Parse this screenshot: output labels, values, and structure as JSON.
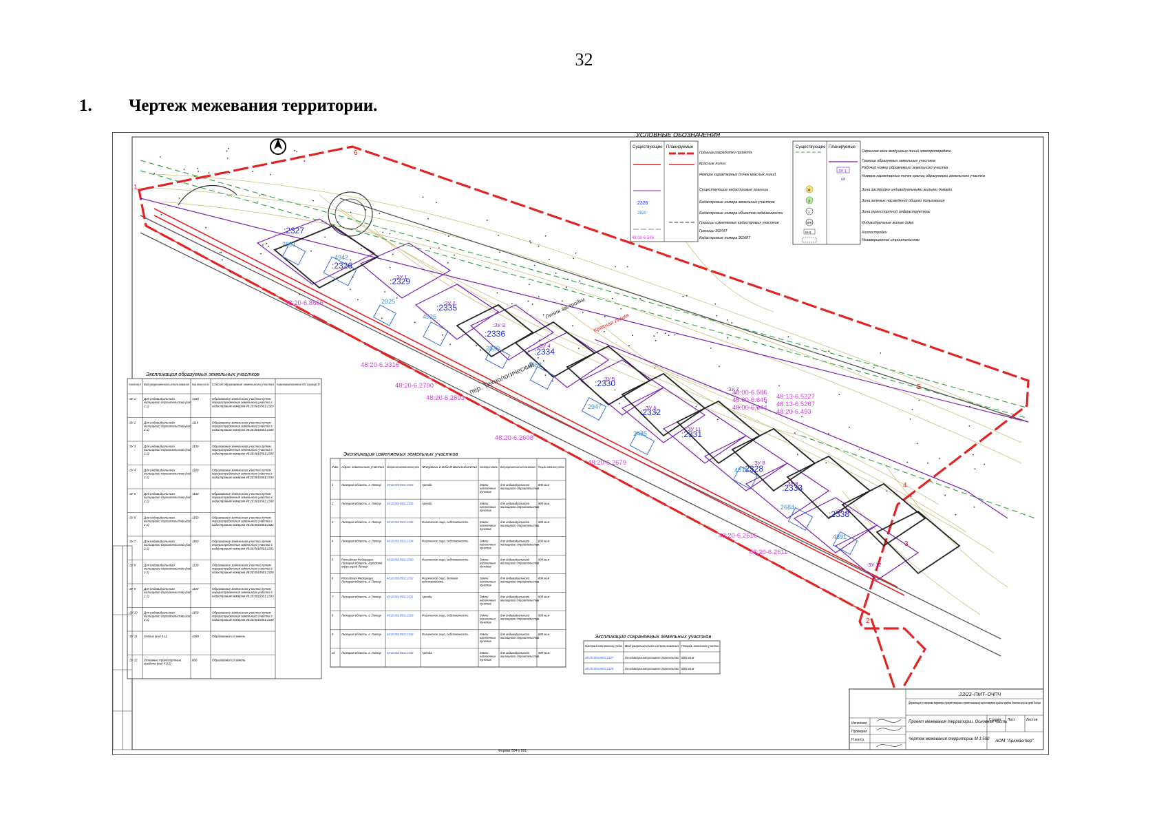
{
  "page": {
    "page_number": "32",
    "heading_number": "1.",
    "heading_text": "Чертеж межевания территории."
  },
  "drawing": {
    "legend": {
      "title": "УСЛОВНЫЕ ОБОЗНАЧЕНИЯ",
      "col_existing": "Существующие",
      "col_planned": "Планируемые",
      "left_items": [
        "Граница разработки проекта",
        "Красные линии",
        "Номера характерных точек красных линий",
        "Существующие кадастровые границы",
        "Кадастровые номера земельных участков",
        "Кадастровые номера объектов недвижимости",
        "Границы изменяемых кадастровых участков",
        "Границы ЗОУИТ",
        "Кадастровые номера ЗОУИТ"
      ],
      "left_samples": [
        ":2326",
        "2820",
        "48:00-6.586"
      ],
      "right_items": [
        "Охранная зона воздушных линий электропередачи",
        "Граница образуемых земельных участков",
        "Рабочий номер образуемого земельного участка",
        "Номера характерных точек границ образуемого земельного участка",
        "Зона застройки индивидуальными жилыми домами",
        "Зона зеленых насаждений общего пользования",
        "Зона транспортной инфраструктуры",
        "Индивидуальные жилые дома",
        "Хозпостройки",
        "Незавершенное строительство"
      ],
      "right_samples": [
        ":ЗУ 1",
        "н8",
        "Ж",
        "3",
        "1",
        "ИЖ",
        "КН1"
      ]
    },
    "parcels": [
      ":2327",
      ":2326",
      ":2329",
      ":2335",
      ":2336",
      ":2334",
      ":2330",
      ":2332",
      ":2331",
      ":2328",
      ":2333",
      ":2338"
    ],
    "buildings": [
      "2681",
      "4942",
      "2925",
      "4926",
      "2820",
      "4868",
      "2947",
      "2485",
      "4872",
      "2684",
      "4891"
    ],
    "zouit": [
      "48:20-6.8666",
      "48:20-6.3316",
      "48:20-6.2790",
      "48:20-6.2693",
      "48:20-6.2608",
      "48:20-6.2679",
      "48:20-6.2616",
      "48:20-6.2611"
    ],
    "zouit_block": [
      "48:00-6.586",
      "48:00-6.645",
      "48:00-6.644",
      "48:13-6.5227",
      "48:13-6.5267",
      "48:20-6.493"
    ],
    "zu_labels": [
      ":ЗУ 1",
      ":ЗУ 2",
      ":ЗУ 3",
      ":ЗУ 4",
      ":ЗУ 5",
      ":ЗУ 6",
      ":ЗУ 7",
      ":ЗУ 8",
      ":ЗУ 9",
      ":ЗУ 10",
      ":ЗУ 11",
      ":ЗУ 12"
    ],
    "red_points": [
      "1",
      "2",
      "3",
      "4",
      "5",
      "6"
    ],
    "streets": [
      "пер. Технологический",
      "Линия застройки",
      "Красная линия"
    ],
    "formed_table": {
      "title": "Экспликация образуемых земельных участков",
      "headers": [
        "Условный номер ЗУ",
        "Вид разрешенного использования",
        "Площадь земельного участка, кв.м",
        "Способ образования земельного участка",
        "Наименование/назначение ОКС в границах ЗУ"
      ],
      "rows": [
        [
          ":ЗУ 1",
          "Для индивидуального жилищного строительства (код 2.1)",
          "1030",
          "Образование земельного участка путем перераспределения земельного участка с кадастровым номером 48:20:0010501:2329"
        ],
        [
          ":ЗУ 2",
          "Для индивидуального жилищного строительства (код 2.1)",
          "1119",
          "Образование земельного участка путем перераспределения земельного участка с кадастровым номером 48:20:0010501:2335"
        ],
        [
          ":ЗУ 3",
          "Для индивидуального жилищного строительства (код 2.1)",
          "1130",
          "Образование земельного участка путем перераспределения земельного участка с кадастровым номером 48:20:0010501:2336"
        ],
        [
          ":ЗУ 4",
          "Для индивидуального жилищного строительства (код 2.1)",
          "1180",
          "Образование земельного участка путем перераспределения земельного участка с кадастровым номером 48:20:0010501:2334"
        ],
        [
          ":ЗУ 5",
          "Для индивидуального жилищного строительства (код 2.1)",
          "1130",
          "Образование земельного участка путем перераспределения земельного участка с кадастровым номером 48:20:0010501:2330"
        ],
        [
          ":ЗУ 6",
          "Для индивидуального жилищного строительства (код 2.1)",
          "1150",
          "Образование земельного участка путем перераспределения земельного участка с кадастровым номером 48:20:0010501:2332"
        ],
        [
          ":ЗУ 7",
          "Для индивидуального жилищного строительства (код 2.1)",
          "1150",
          "Образование земельного участка путем перераспределения земельного участка с кадастровым номером 48:20:0010501:2331"
        ],
        [
          ":ЗУ 8",
          "Для индивидуального жилищного строительства (код 2.1)",
          "1130",
          "Образование земельного участка путем перераспределения земельного участка с кадастровым номером 48:20:0010501:2328"
        ],
        [
          ":ЗУ 9",
          "Для индивидуального жилищного строительства (код 2.1)",
          "1130",
          "Образование земельного участка путем перераспределения земельного участка с кадастровым номером 48:20:0010501:2333"
        ],
        [
          ":ЗУ 10",
          "Для индивидуального жилищного строительства (код 2.1)",
          "1150",
          "Образование земельного участка путем перераспределения земельного участка с кадастровым номером 48:20:0010501:2338"
        ],
        [
          ":ЗУ 11",
          "Отдых (код 5.1)",
          "4268",
          "Образование из земель"
        ],
        [
          ":ЗУ 12",
          "Основные транспортные средств (код 4.9.2)",
          "800",
          "Образование из земель"
        ]
      ]
    },
    "changed_table": {
      "title": "Экспликация изменяемых земельных участков",
      "headers": [
        "№",
        "Адрес земельного участка",
        "Кадастровый номер изменяемого земельного участка",
        "Форма собственности",
        "Категория земель",
        "Вид разрешенного использования",
        "Площадь земельного участка"
      ],
      "rows": [
        [
          "1",
          "Липецкая область, г. Липецк",
          "48:20:0010501:2329",
          "Аренда",
          "Земли населенных пунктов",
          "для индивидуального жилищного строительства",
          "800 кв.м"
        ],
        [
          "2",
          "Липецкая область, г. Липецк",
          "48:20:0010501:2335",
          "Аренда",
          "Земли населенных пунктов",
          "для индивидуального жилищного строительства",
          "800 кв.м"
        ],
        [
          "3",
          "Липецкая область, г. Липецк",
          "48:20:0010501:2336",
          "Физическое лицо, собственность",
          "Земли населенных пунктов",
          "для индивидуального жилищного строительства",
          "800 кв.м"
        ],
        [
          "4",
          "Липецкая область, г. Липецк",
          "48:20:0010501:2334",
          "Физическое лицо, собственность",
          "Земли населенных пунктов",
          "для индивидуального жилищного строительства",
          "800 кв.м"
        ],
        [
          "5",
          "Российская Федерация, Липецкая область, городской округ город Липецк",
          "48:20:0010501:2330",
          "Физическое лицо, собственность",
          "Земли населенных пунктов",
          "для индивидуального жилищного строительства",
          "800 кв.м"
        ],
        [
          "6",
          "Российская Федерация, Липецкая область, г. Липецк",
          "48:20:0010501:2332",
          "Физическое лицо, долевая собственность",
          "Земли населенных пунктов",
          "для индивидуального жилищного строительства",
          "800 кв.м"
        ],
        [
          "7",
          "Липецкая область, г. Липецк",
          "48:20:0010501:2331",
          "Аренда",
          "Земли населенных пунктов",
          "для индивидуального жилищного строительства",
          "800 кв.м"
        ],
        [
          "8",
          "Липецкая область, г. Липецк",
          "48:20:0010501:2328",
          "Физическое лицо, собственность",
          "Земли населенных пунктов",
          "для индивидуального жилищного строительства",
          "800 кв.м"
        ],
        [
          "9",
          "Липецкая область, г. Липецк",
          "48:20:0010501:2333",
          "Физическое лицо, собственность",
          "Земли населенных пунктов",
          "для индивидуального жилищного строительства",
          "800 кв.м"
        ],
        [
          "10",
          "Липецкая область, г. Липецк",
          "48:20:0010501:2338",
          "Аренда",
          "Земли населенных пунктов",
          "для индивидуального жилищного строительства",
          "800 кв.м"
        ]
      ]
    },
    "kept_table": {
      "title": "Экспликация сохраняемых земельных участков",
      "headers": [
        "Кадастровый номер земельного участка",
        "Вид разрешенного использования",
        "Площадь земельного участка"
      ],
      "rows": [
        [
          "48:20:0010501:2327",
          "для индивидуального жилищного строительства",
          "800 кв.м"
        ],
        [
          "48:20:0010501:2326",
          "для индивидуального жилищного строительства",
          "800 кв.м"
        ]
      ]
    },
    "stamp": {
      "code": "23/23–ПМТ–ОЧПЧ",
      "description": "Документация по планировке территории (проект планировки и проект межевания) жилого квартала в районе переулка Технологический в городе Липецке",
      "sheet_title": "Проект межевания территории. Основная часть",
      "drawing_title": "Чертеж межевания территории М 1:500",
      "stage_label": "Стадия",
      "sheet_label": "Лист",
      "sheets_label": "Листов",
      "org": "АОМ \"Архмастер\"",
      "roles": [
        "Исполнил",
        "Проверил",
        "Н.контр."
      ],
      "format": "Формат 594 х 891"
    }
  }
}
